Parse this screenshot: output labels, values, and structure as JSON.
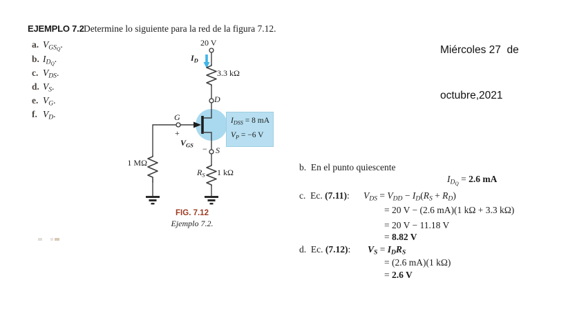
{
  "date": {
    "line1": "Miércoles 27  de",
    "line2": "octubre,2021"
  },
  "header": {
    "label": "EJEMPLO 7.2",
    "title": "Determine lo siguiente para la red de la figura 7.12."
  },
  "items": [
    {
      "letter": "a.",
      "tokens": [
        {
          "t": "V",
          "i": 1
        },
        {
          "t": "GS",
          "i": 1,
          "sub": 1
        },
        {
          "t": "Q",
          "i": 1,
          "sub2": 1
        },
        {
          "t": "."
        }
      ]
    },
    {
      "letter": "b.",
      "tokens": [
        {
          "t": "I",
          "i": 1
        },
        {
          "t": "D",
          "i": 1,
          "sub": 1
        },
        {
          "t": "Q",
          "i": 1,
          "sub2": 1
        },
        {
          "t": "."
        }
      ]
    },
    {
      "letter": "c.",
      "tokens": [
        {
          "t": "V",
          "i": 1
        },
        {
          "t": "DS",
          "i": 1,
          "sub": 1
        },
        {
          "t": "."
        }
      ]
    },
    {
      "letter": "d.",
      "tokens": [
        {
          "t": "V",
          "i": 1
        },
        {
          "t": "S",
          "i": 1,
          "sub": 1
        },
        {
          "t": "."
        }
      ]
    },
    {
      "letter": "e.",
      "tokens": [
        {
          "t": "V",
          "i": 1
        },
        {
          "t": "G",
          "i": 1,
          "sub": 1
        },
        {
          "t": "."
        }
      ]
    },
    {
      "letter": "f.",
      "tokens": [
        {
          "t": "V",
          "i": 1
        },
        {
          "t": "D",
          "i": 1,
          "sub": 1
        },
        {
          "t": "."
        }
      ]
    }
  ],
  "circuit": {
    "supply": "20 V",
    "id_label": [
      {
        "t": "I",
        "i": 1,
        "b": 1
      },
      {
        "t": "D",
        "i": 1,
        "b": 1,
        "sub": 1
      }
    ],
    "rd_value": "3.3 kΩ",
    "node_d": "D",
    "node_g": "G",
    "node_s": "S",
    "plus": "+",
    "minus": "−",
    "vgs_label": [
      {
        "t": "V",
        "i": 1,
        "b": 1
      },
      {
        "t": "GS",
        "i": 1,
        "b": 1,
        "sub": 1
      }
    ],
    "rs_label": [
      {
        "t": "R",
        "i": 1
      },
      {
        "t": "S",
        "i": 1,
        "sub": 1
      }
    ],
    "rs_value": "1 kΩ",
    "rg_value": "1 MΩ",
    "box_line1": [
      {
        "t": "I",
        "i": 1
      },
      {
        "t": "DSS",
        "i": 1,
        "sub": 1
      },
      {
        "t": " = 8 mA"
      }
    ],
    "box_line2": [
      {
        "t": "V",
        "i": 1
      },
      {
        "t": "P",
        "i": 1,
        "sub": 1
      },
      {
        "t": " = −6 V"
      }
    ],
    "fig_label": "FIG. 7.12",
    "fig_caption": "Ejemplo 7.2.",
    "colors": {
      "highlight": "#a9d9ee",
      "box_bg": "#b7dff1",
      "arrow": "#3fb5e8",
      "fig_red": "#9d3b22",
      "wire": "#3f3f3f"
    }
  },
  "solution": {
    "line_b": [
      {
        "t": "b.  En el punto quiescente"
      }
    ],
    "line_idq": [
      {
        "t": "I",
        "i": 1
      },
      {
        "t": "D",
        "i": 1,
        "sub": 1
      },
      {
        "t": "Q",
        "i": 1,
        "sub2": 1
      },
      {
        "t": " = "
      },
      {
        "t": "2.6 mA",
        "b": 1
      }
    ],
    "line_c_label": [
      {
        "t": "c.  Ec. "
      },
      {
        "t": "(7.11)",
        "b": 1
      },
      {
        "t": ":"
      }
    ],
    "line_c_eq": [
      {
        "t": "V",
        "i": 1
      },
      {
        "t": "DS",
        "i": 1,
        "sub": 1
      },
      {
        "t": " = "
      },
      {
        "t": "V",
        "i": 1
      },
      {
        "t": "DD",
        "i": 1,
        "sub": 1
      },
      {
        "t": " − "
      },
      {
        "t": "I",
        "i": 1
      },
      {
        "t": "D",
        "i": 1,
        "sub": 1
      },
      {
        "t": "("
      },
      {
        "t": "R",
        "i": 1
      },
      {
        "t": "S",
        "i": 1,
        "sub": 1
      },
      {
        "t": " + "
      },
      {
        "t": "R",
        "i": 1
      },
      {
        "t": "D",
        "i": 1,
        "sub": 1
      },
      {
        "t": ")"
      }
    ],
    "line_c2": [
      {
        "t": "= 20 V − (2.6 mA)(1 kΩ + 3.3 kΩ)"
      }
    ],
    "line_c3": [
      {
        "t": "= 20 V − 11.18 V"
      }
    ],
    "line_c4": [
      {
        "t": "= "
      },
      {
        "t": "8.82 V",
        "b": 1
      }
    ],
    "line_d_label": [
      {
        "t": "d.  Ec. "
      },
      {
        "t": "(7.12)",
        "b": 1
      },
      {
        "t": ":"
      }
    ],
    "line_d_eq": [
      {
        "t": "V",
        "i": 1,
        "b": 1
      },
      {
        "t": "S",
        "i": 1,
        "b": 1,
        "sub": 1
      },
      {
        "t": " = "
      },
      {
        "t": "I",
        "i": 1,
        "b": 1
      },
      {
        "t": "D",
        "i": 1,
        "b": 1,
        "sub": 1
      },
      {
        "t": "R",
        "i": 1,
        "b": 1
      },
      {
        "t": "S",
        "i": 1,
        "b": 1,
        "sub": 1
      }
    ],
    "line_d2": [
      {
        "t": "= (2.6 mA)(1 kΩ)"
      }
    ],
    "line_d3": [
      {
        "t": "= "
      },
      {
        "t": "2.6 V",
        "b": 1
      }
    ]
  }
}
